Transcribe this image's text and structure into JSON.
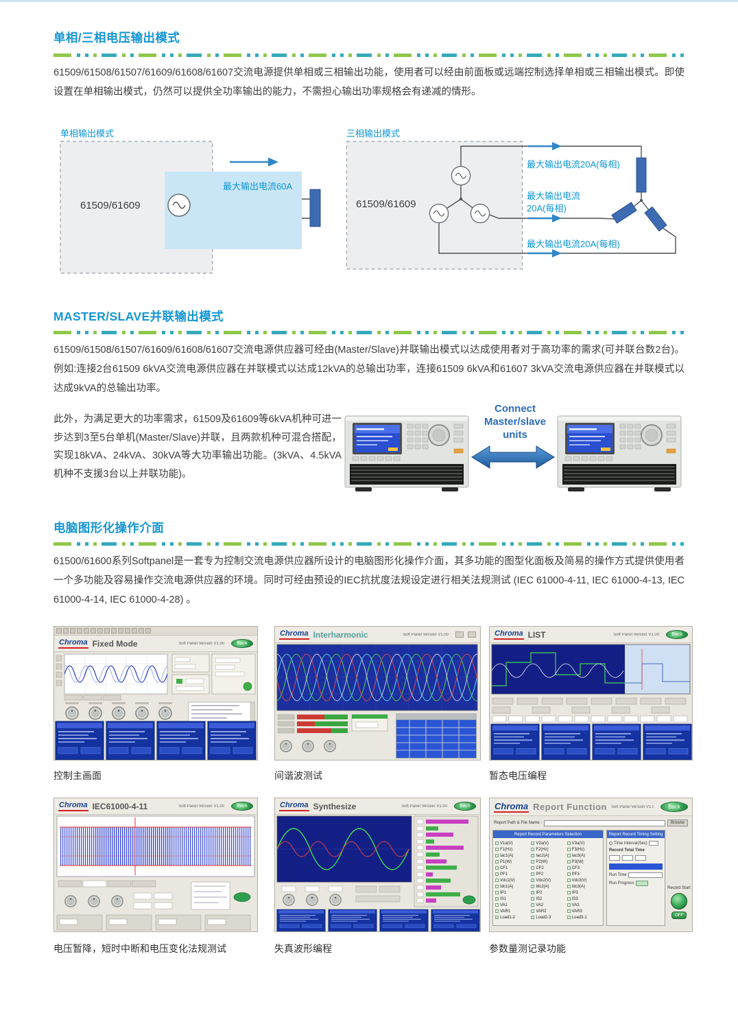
{
  "doc": {
    "s1": {
      "title": "单相/三相电压输出模式",
      "body": "61509/61508/61507/61609/61608/61607交流电源提供单相或三相输出功能，使用者可以经由前面板或远端控制选择单相或三相输出模式。即使设置在单相输出模式，仍然可以提供全功率输出的能力，不需担心输出功率规格会有递减的情形。",
      "left": {
        "label": "单相输出模式",
        "device": "61509/61609",
        "current": "最大输出电流60A"
      },
      "right": {
        "label": "三相输出模式",
        "device": "61509/61609",
        "current_top": "最大输出电流20A(每相)",
        "current_mid1": "最大输出电流",
        "current_mid2": "20A(每相)",
        "current_bottom": "最大输出电流20A(每相)"
      }
    },
    "s2": {
      "title": "MASTER/SLAVE并联输出模式",
      "body1": "61509/61508/61507/61609/61608/61607交流电源供应器可经由(Master/Slave)并联输出模式以达成使用者对于高功率的需求(可并联台数2台)。例如:连接2台61509 6kVA交流电源供应器在并联模式以达成12kVA的总输出功率，连接61509 6kVA和61607 3kVA交流电源供应器在并联模式以达成9kVA的总输出功率。",
      "body2": "此外，为满足更大的功率需求，61509及61609等6kVA机种可进一步达到3至5台单机(Master/Slave)并联，且两款机种可混合搭配，实现18kVA、24kVA、30kVA等大功率输出功能。(3kVA、4.5kVA机种不支援3台以上并联功能)。",
      "connect": "Connect\nMaster/slave\nunits"
    },
    "s3": {
      "title": "电脑图形化操作介面",
      "body": "61500/61600系列Softpanel是一套专为控制交流电源供应器所设计的电脑图形化操作介面，其多功能的图型化面板及简易的操作方式提供使用者一个多功能及容易操作交流电源供应器的环境。同时可经由预设的IEC抗扰度法规设定进行相关法规测试 (IEC 61000-4-11, IEC 61000-4-13, IEC 61000-4-14, IEC 61000-4-28) 。",
      "ui": {
        "logo": "Chroma",
        "version": "Soft Panel Version   V1.00",
        "back": "Back"
      },
      "shots": [
        {
          "title": "Fixed Mode",
          "caption": "控制主画面"
        },
        {
          "title": "Interharmonic",
          "caption": "间谐波测试"
        },
        {
          "title": "LIST",
          "caption": "暂态电压编程"
        },
        {
          "title": "IEC61000-4-11",
          "caption": "电压暂降，短时中断和电压变化法规测试"
        },
        {
          "title": "Synthesize",
          "caption": "失真波形编程"
        },
        {
          "title": "Report Function",
          "caption": "参数量测记录功能"
        }
      ],
      "report": {
        "path_label": "Report Path & File Name :",
        "browse": "Browse",
        "params_header": "Report Record Parameters Selection",
        "timing_header": "Report Record Timing Setting",
        "interval_label": "Time Interval(Sec)",
        "total_label": "Record Total Time",
        "run_time": "Run Time",
        "run_progress": "Run Progress",
        "record_start": "Record Start",
        "off": "OFF",
        "params_col1": [
          "V1a(V)",
          "F1(Hz)",
          "Iac1(A)",
          "P1(W)",
          "CF1",
          "PF1",
          "Vdc1(V)",
          "Idc1(A)",
          "IP1",
          "IS1",
          "VA1",
          "VAR1",
          "Load1-2"
        ],
        "params_col2": [
          "V2a(V)",
          "F2(Hz)",
          "Iac2(A)",
          "P2(W)",
          "CF2",
          "PF2",
          "Vdc2(V)",
          "Idc2(A)",
          "IP2",
          "IS2",
          "VA2",
          "VAR2",
          "Load2-3"
        ],
        "params_col3": [
          "V3a(V)",
          "F3(Hz)",
          "Iac3(A)",
          "P3(W)",
          "CF3",
          "PF3",
          "Vdc3(V)",
          "Idc3(A)",
          "IP3",
          "IS3",
          "VA3",
          "VAR3",
          "Load3-1"
        ]
      }
    }
  }
}
